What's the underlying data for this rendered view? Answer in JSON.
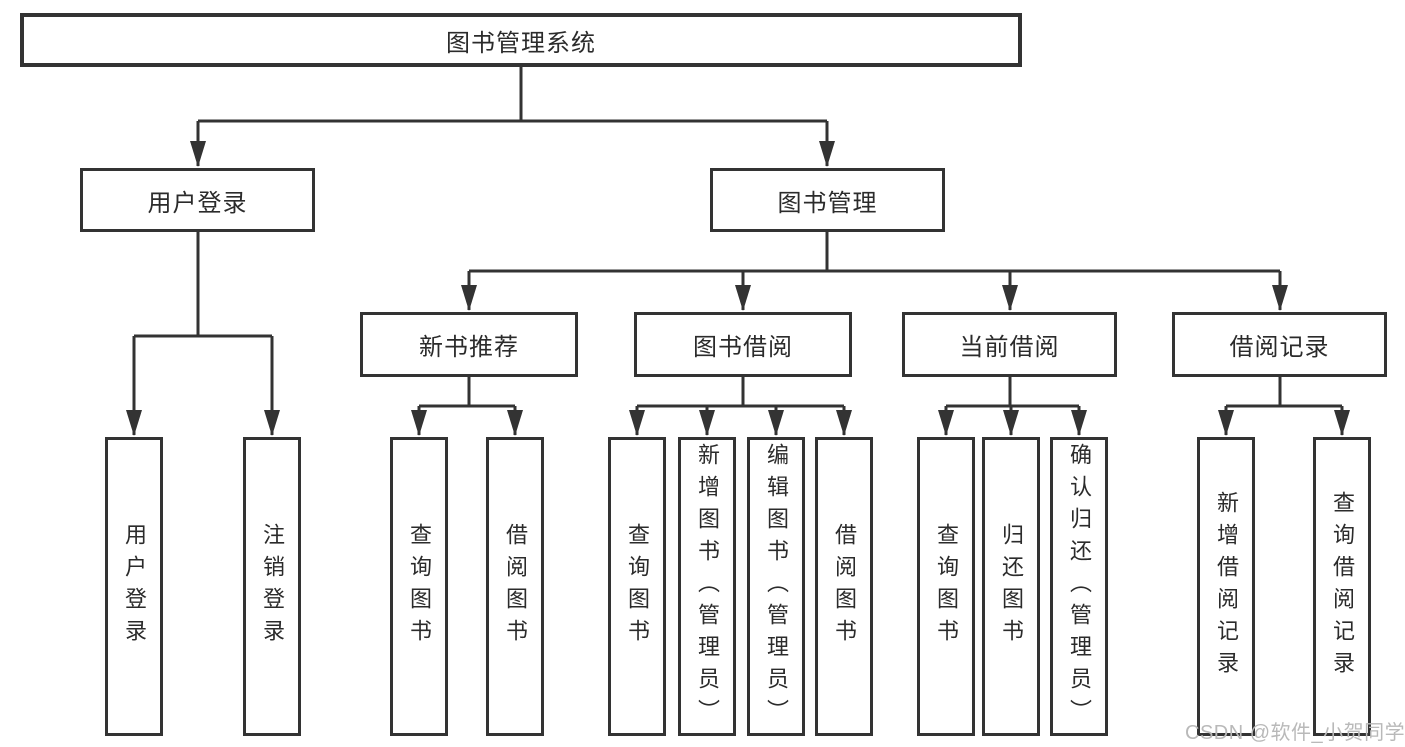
{
  "diagram": {
    "title": "图书管理系统",
    "root": {
      "label": "图书管理系统"
    },
    "user_login": {
      "label": "用户登录",
      "children": [
        {
          "label": "用户登录"
        },
        {
          "label": "注销登录"
        }
      ]
    },
    "book_management": {
      "label": "图书管理",
      "sections": [
        {
          "label": "新书推荐",
          "children": [
            {
              "label": "查询图书"
            },
            {
              "label": "借阅图书"
            }
          ]
        },
        {
          "label": "图书借阅",
          "children": [
            {
              "label": "查询图书"
            },
            {
              "label": "新增图书（管理员）"
            },
            {
              "label": "编辑图书（管理员）"
            },
            {
              "label": "借阅图书"
            }
          ]
        },
        {
          "label": "当前借阅",
          "children": [
            {
              "label": "查询图书"
            },
            {
              "label": "归还图书"
            },
            {
              "label": "确认归还（管理员）"
            }
          ]
        },
        {
          "label": "借阅记录",
          "children": [
            {
              "label": "新增借阅记录"
            },
            {
              "label": "查询借阅记录"
            }
          ]
        }
      ]
    }
  },
  "watermark": {
    "text": "CSDN @软件_小贺同学"
  },
  "colors": {
    "line": "#333333",
    "box_border": "#333333",
    "box_fill": "#ffffff",
    "text": "#2b2b2b",
    "watermark": "#b9b9b9",
    "background": "#ffffff"
  }
}
